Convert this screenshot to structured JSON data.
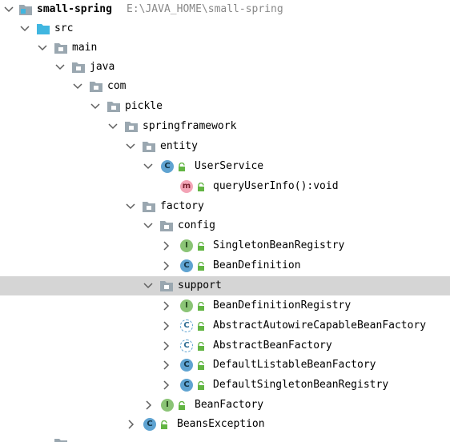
{
  "project": {
    "name": "small-spring",
    "path": "E:\\JAVA_HOME\\small-spring"
  },
  "tree": {
    "src": "src",
    "main": "main",
    "java": "java",
    "com": "com",
    "pickle": "pickle",
    "springframework": "springframework",
    "entity": "entity",
    "user_service": "UserService",
    "query_user_info": "queryUserInfo():void",
    "factory": "factory",
    "config": "config",
    "singleton_bean_registry": "SingletonBeanRegistry",
    "bean_definition": "BeanDefinition",
    "support": "support",
    "bean_definition_registry": "BeanDefinitionRegistry",
    "abstract_autowire_capable_bean_factory": "AbstractAutowireCapableBeanFactory",
    "abstract_bean_factory": "AbstractBeanFactory",
    "default_listable_bean_factory": "DefaultListableBeanFactory",
    "default_singleton_bean_registry": "DefaultSingletonBeanRegistry",
    "bean_factory": "BeanFactory",
    "beans_exception": "BeansException"
  },
  "badges": {
    "class": "C",
    "interface": "I",
    "method": "m"
  },
  "colors": {
    "selected_row": "#d5d5d5",
    "class_badge": "#5fa3d1",
    "interface_badge": "#8bc476",
    "method_badge": "#f3a4b6",
    "lock": "#62b543",
    "folder": "#9aa7b0",
    "source_folder": "#40b6e0"
  },
  "selected_item": "support"
}
